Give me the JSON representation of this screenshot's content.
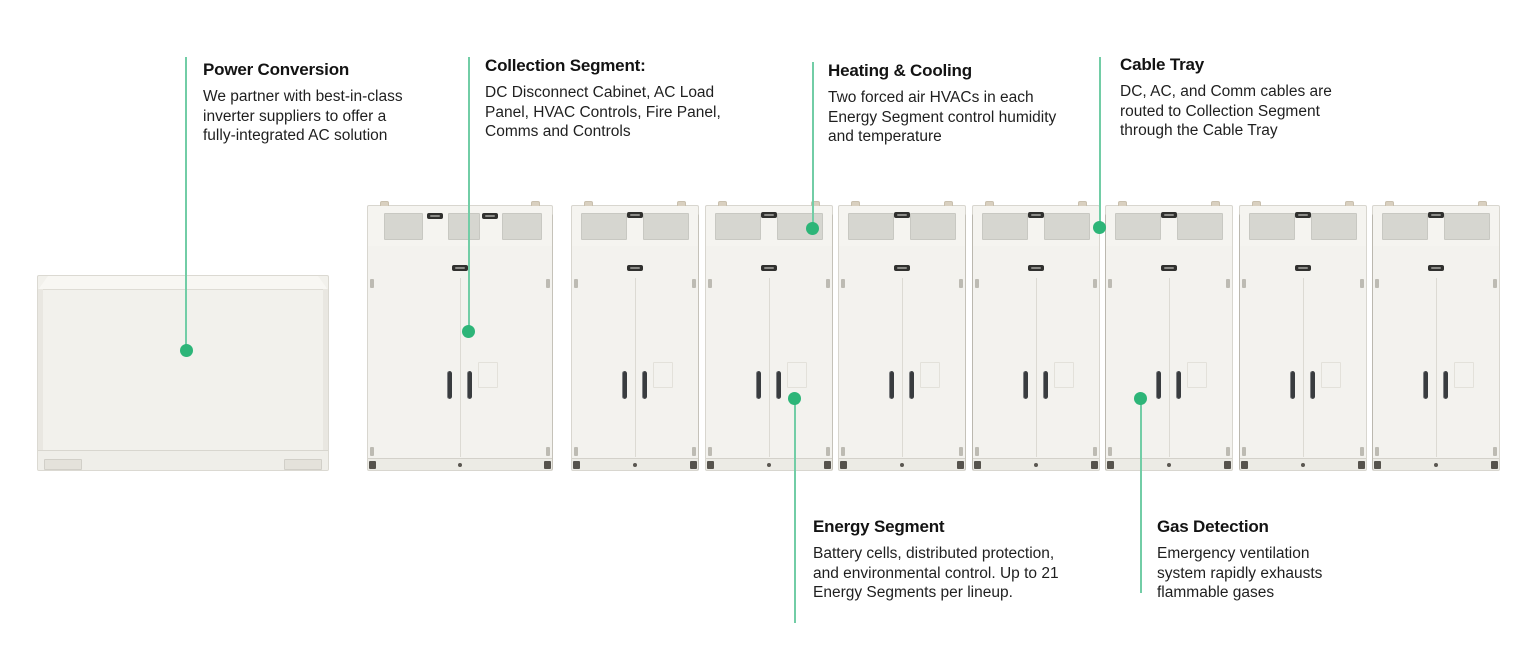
{
  "accent": {
    "dot_color": "#2db578",
    "line_color": "#72cda6"
  },
  "callouts": {
    "power_conversion": {
      "title": "Power Conversion",
      "body": "We partner with best-in-class\ninverter suppliers to offer a\nfully-integrated AC solution"
    },
    "collection_segment": {
      "title": "Collection Segment:",
      "body": "DC Disconnect Cabinet, AC Load\nPanel, HVAC Controls, Fire Panel,\nComms and Controls"
    },
    "heating_cooling": {
      "title": "Heating & Cooling",
      "body": "Two forced air HVACs in each\nEnergy Segment control humidity\nand temperature"
    },
    "cable_tray": {
      "title": "Cable Tray",
      "body": "DC, AC, and Comm cables are\nrouted to Collection Segment\nthrough the Cable Tray"
    },
    "energy_segment": {
      "title": "Energy Segment",
      "body": "Battery cells, distributed protection,\nand environmental control. Up to 21\nEnergy Segments per lineup."
    },
    "gas_detection": {
      "title": "Gas Detection",
      "body": "Emergency ventilation\nsystem rapidly exhausts\nflammable gases"
    }
  },
  "diagram": {
    "cabinets": [
      {
        "type": "power-conversion-unit"
      },
      {
        "type": "collection-segment"
      },
      {
        "type": "energy-segment"
      },
      {
        "type": "energy-segment"
      },
      {
        "type": "energy-segment"
      },
      {
        "type": "energy-segment"
      },
      {
        "type": "energy-segment"
      },
      {
        "type": "energy-segment"
      },
      {
        "type": "energy-segment"
      }
    ]
  }
}
